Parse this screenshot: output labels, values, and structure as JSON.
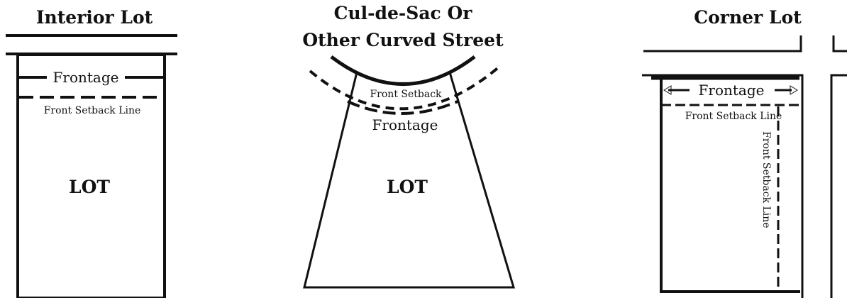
{
  "diagrams": [
    {
      "title": "Interior Lot",
      "frontage": "Frontage",
      "setback": "Front Setback Line",
      "lot": "LOT"
    },
    {
      "title_line1": "Cul-de-Sac Or",
      "title_line2": "Other Curved Street",
      "setback": "Front Setback",
      "frontage": "Frontage",
      "lot": "LOT"
    },
    {
      "title": "Corner Lot",
      "frontage": "Frontage",
      "setback": "Front Setback Line",
      "side_setback": "Front Setback Line"
    }
  ]
}
